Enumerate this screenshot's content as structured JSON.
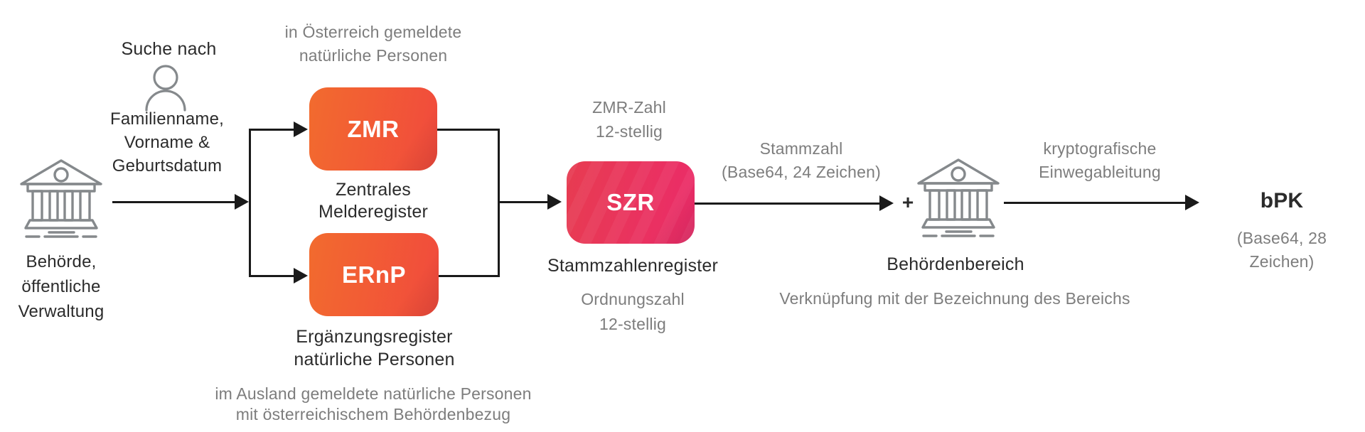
{
  "colors": {
    "bg": "#FFFFFF",
    "box_orange_start": "#F26B2E",
    "box_orange_end": "#F14A3D",
    "box_pink_start": "#E73C51",
    "box_pink_end": "#EB2B69",
    "text_dark": "#2B2B2B",
    "text_gray": "#7D7D7D",
    "line": "#1A1A1A",
    "icon_stroke": "#85898C"
  },
  "source": {
    "icon": "government-building-icon",
    "label_lines": [
      "Behörde,",
      "öffentliche",
      "Verwaltung"
    ],
    "search_title": "Suche nach",
    "person_icon": "person-icon",
    "search_field_lines": [
      "Familienname,",
      "Vorname &",
      "Geburtsdatum"
    ]
  },
  "zmr": {
    "note_lines": [
      "in Österreich gemeldete",
      "natürliche Personen"
    ],
    "abbr": "ZMR",
    "name_lines": [
      "Zentrales",
      "Melderegister"
    ]
  },
  "ernp": {
    "abbr": "ERnP",
    "name_lines": [
      "Ergänzungsregister",
      "natürliche Personen"
    ],
    "note_lines": [
      "im Ausland gemeldete natürliche Personen",
      "mit österreichischem Behördenbezug"
    ]
  },
  "szr": {
    "abbr": "SZR",
    "name": "Stammzahlenregister",
    "above_lines": [
      "ZMR-Zahl",
      "12-stellig"
    ],
    "below_lines": [
      "Ordnungszahl",
      "12-stellig"
    ]
  },
  "stammzahl_arrow": {
    "label_lines": [
      "Stammzahl",
      "(Base64, 24 Zeichen)"
    ]
  },
  "sector": {
    "plus": "+",
    "icon": "government-building-icon",
    "name": "Behördenbereich",
    "note": "Verknüpfung mit der Bezeichnung des Bereichs"
  },
  "derivation_arrow": {
    "label_lines": [
      "kryptografische",
      "Einwegableitung"
    ]
  },
  "bpk": {
    "name": "bPK",
    "note": "(Base64, 28 Zeichen)"
  }
}
